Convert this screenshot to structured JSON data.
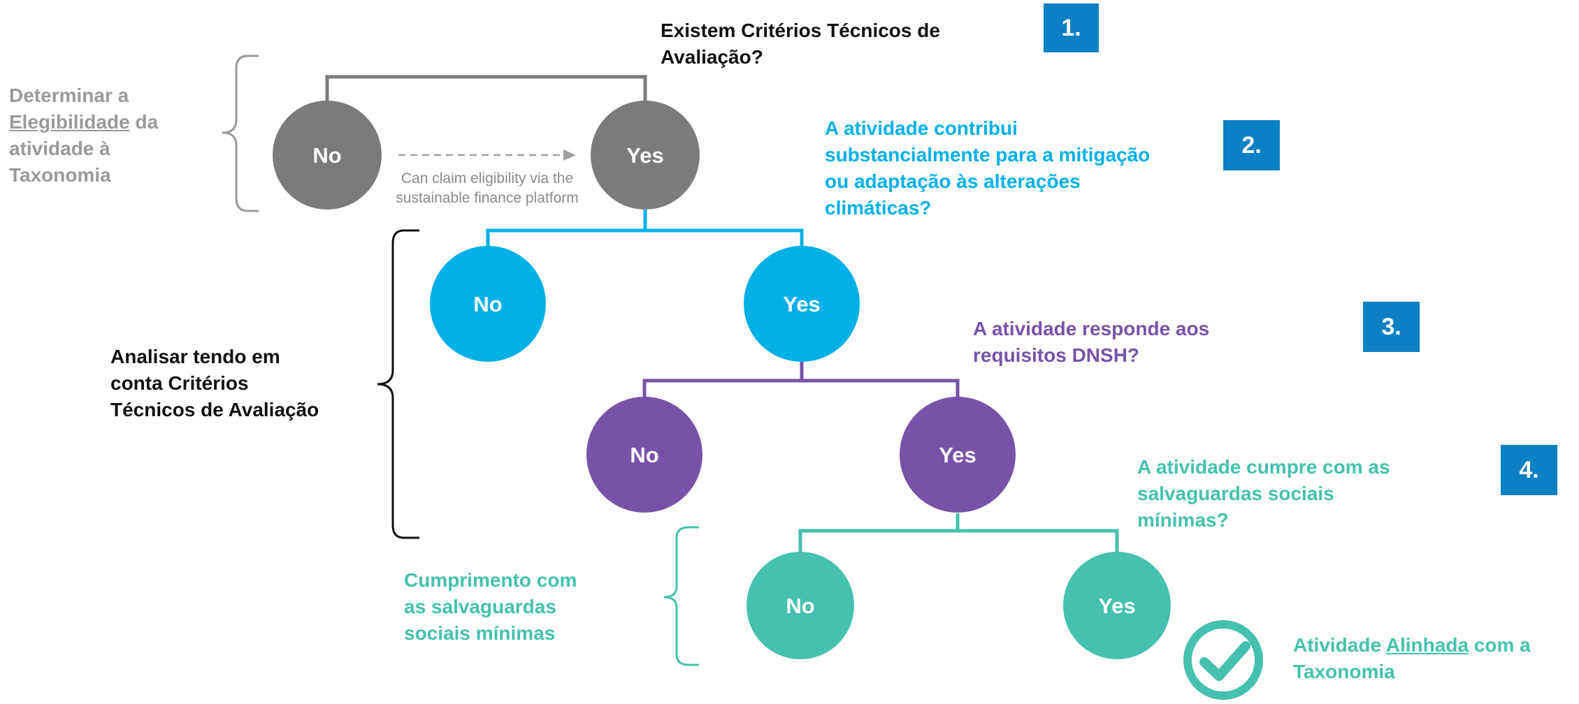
{
  "colors": {
    "grey": "#7b7b7b",
    "light_grey": "#9a9a9a",
    "blue": "#00b0e6",
    "purple": "#7753a8",
    "teal": "#45c1ad",
    "badge": "#0b80c2",
    "black": "#111111"
  },
  "questions": {
    "q1_line1": "Existem Critérios Técnicos de",
    "q1_line2": "Avaliação?",
    "q2_line1": "A atividade contribui",
    "q2_line2": "substancialmente para a mitigação",
    "q2_line3": "ou adaptação às alterações",
    "q2_line4": "climáticas?",
    "q3_line1": "A atividade responde aos",
    "q3_line2": "requisitos DNSH?",
    "q4_line1": "A atividade cumpre com as",
    "q4_line2": "salvaguardas sociais",
    "q4_line3": "mínimas?"
  },
  "badges": [
    "1.",
    "2.",
    "3.",
    "4."
  ],
  "side_labels": {
    "eligibility_line1": "Determinar a",
    "eligibility_word": "Elegibilidade",
    "eligibility_rest": " da",
    "eligibility_line3": "atividade à",
    "eligibility_line4": "Taxonomia",
    "criteria_line1": "Analisar tendo em",
    "criteria_line2": "conta Critérios",
    "criteria_line3": "Técnicos de Avaliação",
    "safeguards_line1": "Cumprimento com",
    "safeguards_line2": "as salvaguardas",
    "safeguards_line3": "sociais mínimas"
  },
  "nodes": {
    "no": "No",
    "yes": "Yes"
  },
  "note": {
    "line1": "Can claim eligibility via the",
    "line2": "sustainable finance platform"
  },
  "result": {
    "prefix": "Atividade ",
    "word": "Alinhada",
    "suffix": " com a",
    "line2": "Taxonomia"
  }
}
